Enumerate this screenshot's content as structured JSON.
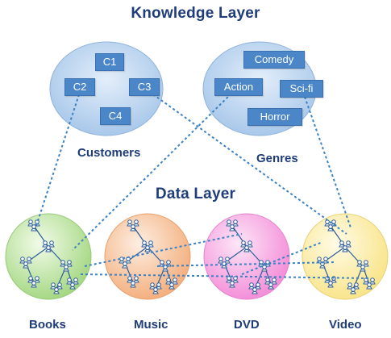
{
  "diagram": {
    "knowledge_layer_title": "Knowledge Layer",
    "data_layer_title": "Data Layer",
    "knowledge_groups": [
      {
        "label": "Customers",
        "items": [
          "C1",
          "C2",
          "C3",
          "C4"
        ]
      },
      {
        "label": "Genres",
        "items": [
          "Comedy",
          "Action",
          "Sci-fi",
          "Horror"
        ]
      }
    ],
    "data_sources": [
      {
        "label": "Books",
        "color": "#bfe3a5"
      },
      {
        "label": "Music",
        "color": "#f7c39c"
      },
      {
        "label": "DVD",
        "color": "#f7a8e3"
      },
      {
        "label": "Video",
        "color": "#fbeaa0"
      }
    ],
    "colors": {
      "title": "#1f3d7a",
      "box": "#4a86c8",
      "ellipse": "#b9d3ef",
      "link": "#3b82c4"
    }
  }
}
